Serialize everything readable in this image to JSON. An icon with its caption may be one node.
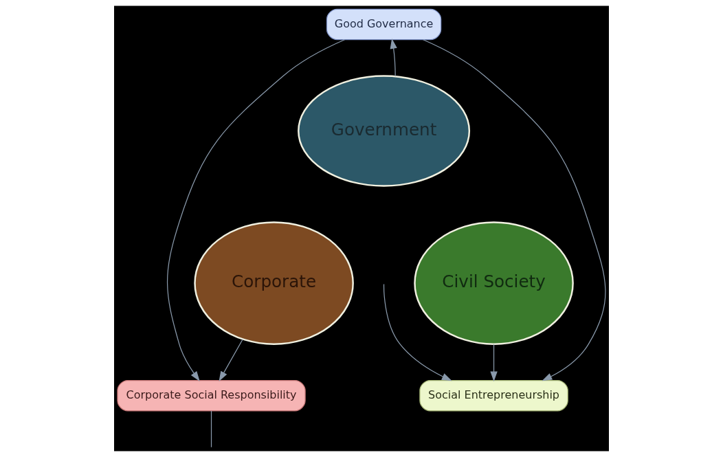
{
  "diagram": {
    "nodes": [
      {
        "text": [
          "Good Governance"
        ]
      },
      {
        "text": [
          "Government"
        ]
      },
      {
        "text": [
          "Corporate"
        ]
      },
      {
        "text": [
          "Civil Society"
        ]
      },
      {
        "text": [
          "Corporate Social Responsibility"
        ]
      },
      {
        "text": [
          "Social Entrepreneurship"
        ]
      }
    ],
    "edges": [
      {
        "from": 1,
        "to": 0,
        "arrow": "to"
      },
      {
        "from": 0,
        "to": 4,
        "arrow": "to"
      },
      {
        "from": 0,
        "to": 5,
        "arrow": "to"
      },
      {
        "from": 2,
        "to": 4,
        "arrow": "to"
      },
      {
        "from": 3,
        "to": 5,
        "arrow": "to"
      },
      {
        "from": 4,
        "to": null,
        "arrow": "none"
      },
      {
        "from": null,
        "to": 5,
        "arrow": "to"
      }
    ]
  }
}
